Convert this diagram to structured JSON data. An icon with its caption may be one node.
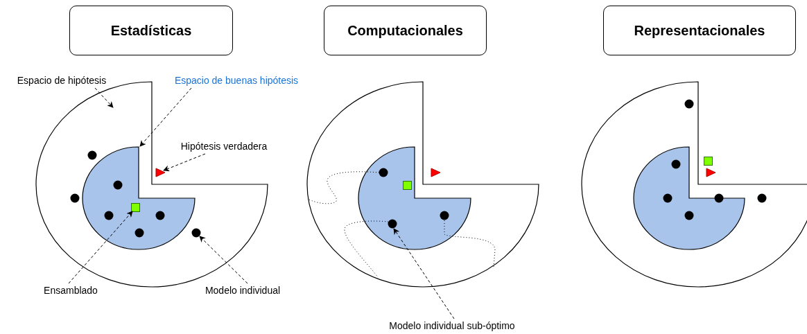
{
  "diagram": {
    "nodes": [
      {
        "text": [
          "Estadísticas"
        ]
      },
      {
        "text": [
          "Computacionales"
        ]
      },
      {
        "text": [
          "Representacionales"
        ]
      },
      {
        "text": [
          "Espacio de hipótesis"
        ]
      },
      {
        "text": [
          "Espacio de buenas hipótesis"
        ]
      },
      {
        "text": [],
        "shape": "sector"
      },
      {
        "text": [],
        "shape": "sector",
        "in": 5
      },
      {
        "text": [
          "Hipótesis verdadera"
        ]
      },
      {
        "text": [],
        "shape": "triangle"
      },
      {
        "text": [],
        "shape": "circle",
        "in": 5
      },
      {
        "text": [],
        "shape": "circle",
        "in": 5
      },
      {
        "text": [],
        "shape": "circle",
        "in": 6
      },
      {
        "text": [],
        "shape": "circle",
        "in": 6
      },
      {
        "text": [],
        "shape": "circle",
        "in": 6
      },
      {
        "text": [],
        "shape": "circle",
        "in": 6
      },
      {
        "text": [],
        "shape": "circle",
        "in": 5
      },
      {
        "text": [],
        "shape": "square",
        "in": 6
      },
      {
        "text": [],
        "shape": "sector"
      },
      {
        "text": [],
        "shape": "sector",
        "in": 17
      },
      {
        "text": [],
        "shape": "triangle"
      },
      {
        "text": [],
        "shape": "square",
        "in": 18
      },
      {
        "text": [],
        "shape": "circle",
        "in": 18
      },
      {
        "text": [],
        "shape": "circle",
        "in": 18
      },
      {
        "text": [],
        "shape": "circle",
        "in": 18
      },
      {
        "text": [],
        "shape": "sector"
      },
      {
        "text": [],
        "shape": "sector",
        "in": 24
      },
      {
        "text": [],
        "shape": "square"
      },
      {
        "text": [],
        "shape": "triangle"
      },
      {
        "text": [],
        "shape": "circle",
        "in": 24
      },
      {
        "text": [],
        "shape": "circle",
        "in": 25
      },
      {
        "text": [],
        "shape": "circle",
        "in": 25
      },
      {
        "text": [],
        "shape": "circle",
        "in": 24
      },
      {
        "text": [],
        "shape": "circle",
        "in": 25
      },
      {
        "text": [],
        "shape": "circle",
        "in": 24
      },
      {
        "text": [
          "Ensamblado"
        ]
      },
      {
        "text": [
          "Modelo individual"
        ]
      },
      {
        "text": [
          "Modelo individual sub-óptimo"
        ]
      }
    ],
    "edges": [
      {
        "from": 3,
        "to": 5,
        "arrow": "to",
        "style": "dashed"
      },
      {
        "from": 4,
        "to": 6,
        "arrow": "to",
        "style": "dashed"
      },
      {
        "from": 7,
        "to": 8,
        "arrow": "to",
        "style": "dashed"
      },
      {
        "from": 34,
        "to": 16,
        "arrow": "to",
        "style": "dashed"
      },
      {
        "from": 35,
        "to": 15,
        "arrow": "to",
        "style": "dashed"
      },
      {
        "from": 36,
        "to": 22,
        "arrow": "to",
        "style": "dashed"
      }
    ]
  }
}
